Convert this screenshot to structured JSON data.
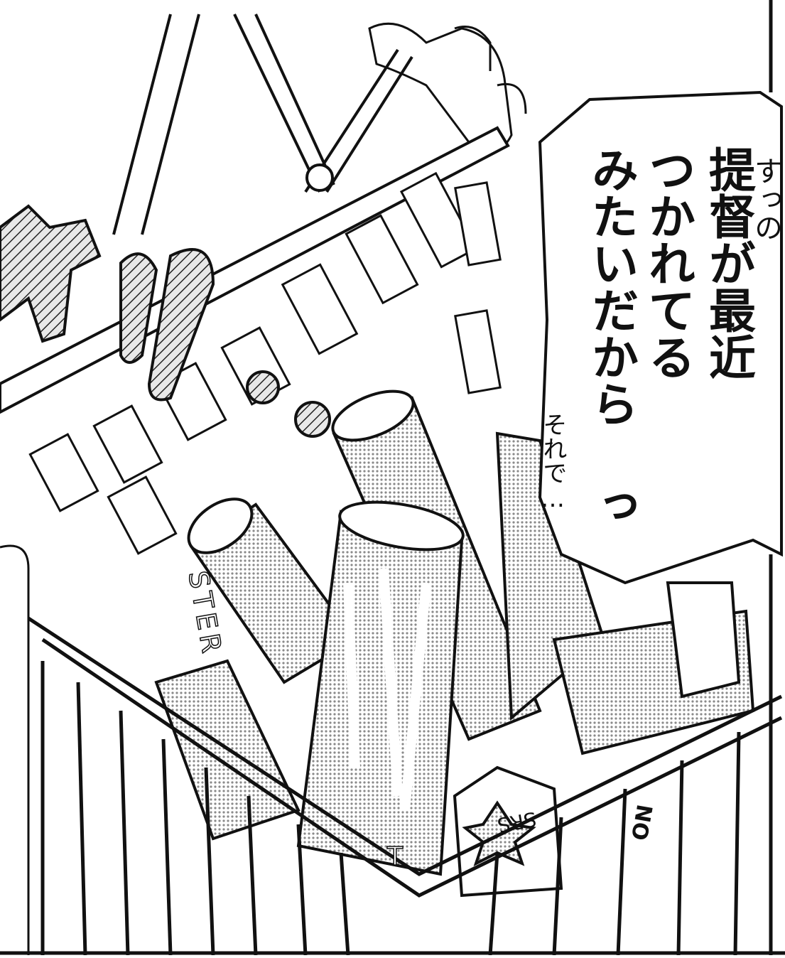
{
  "panel": {
    "speech_bubble": {
      "lines": [
        "提督が最近",
        "つかれてる",
        "みたいだから っ"
      ]
    },
    "whisper": "それで…",
    "edge_text": "すっの",
    "can_labels": {
      "can_left": "STER",
      "can_bottom": "T",
      "star_label": "SRS",
      "side_label": "ON"
    }
  },
  "colors": {
    "ink": "#111111",
    "paper": "#ffffff",
    "screentone": "#9a9a9a"
  }
}
